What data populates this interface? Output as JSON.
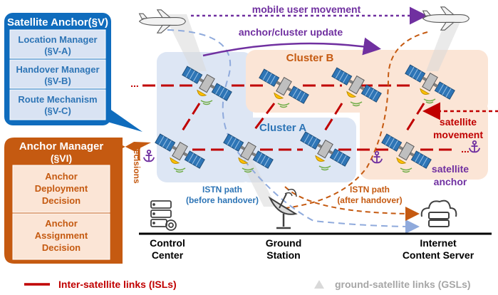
{
  "satellite_anchor_panel": {
    "title": "Satellite Anchor(§V)",
    "items": [
      {
        "line1": "Location Manager",
        "line2": "(§V-A)"
      },
      {
        "line1": "Handover Manager",
        "line2": "(§V-B)"
      },
      {
        "line1": "Route Mechanism",
        "line2": "(§V-C)"
      }
    ]
  },
  "anchor_manager_panel": {
    "title": "Anchor Manager",
    "subtitle": "(§VI)",
    "items": [
      {
        "line1": "Anchor",
        "line2": "Deployment",
        "line3": "Decision"
      },
      {
        "line1": "Anchor",
        "line2": "Assignment",
        "line3": "Decision"
      }
    ],
    "decisions_label": "decisions"
  },
  "annotations": {
    "mobile_user_movement": "mobile user movement",
    "anchor_cluster_update": "anchor/cluster update",
    "cluster_a": "Cluster A",
    "cluster_b": "Cluster B",
    "satellite_movement_1": "satellite",
    "satellite_movement_2": "movement",
    "satellite_anchor_1": "satellite",
    "satellite_anchor_2": "anchor",
    "istn_before_1": "ISTN path",
    "istn_before_2": "(before handover)",
    "istn_after_1": "ISTN path",
    "istn_after_2": "(after handover)",
    "ellipsis_left": "...",
    "ellipsis_right": "..."
  },
  "nodes": {
    "control_center_1": "Control",
    "control_center_2": "Center",
    "ground_station_1": "Ground",
    "ground_station_2": "Station",
    "content_server_1": "Internet",
    "content_server_2": "Content Server"
  },
  "legend": {
    "isl": "Inter-satellite links (ISLs)",
    "gsl": "ground-satellite links (GSLs)"
  },
  "colors": {
    "blue_dark": "#1a6bb5",
    "blue_panel": "#0f6cbd",
    "blue_box": "#d9e3f3",
    "orange": "#c55a11",
    "orange_box": "#fbe5d6",
    "red_link": "#c00000",
    "purple": "#7030a0",
    "cluster_a_bg": "#dde6f4",
    "cluster_b_bg": "#fbe5d6"
  }
}
